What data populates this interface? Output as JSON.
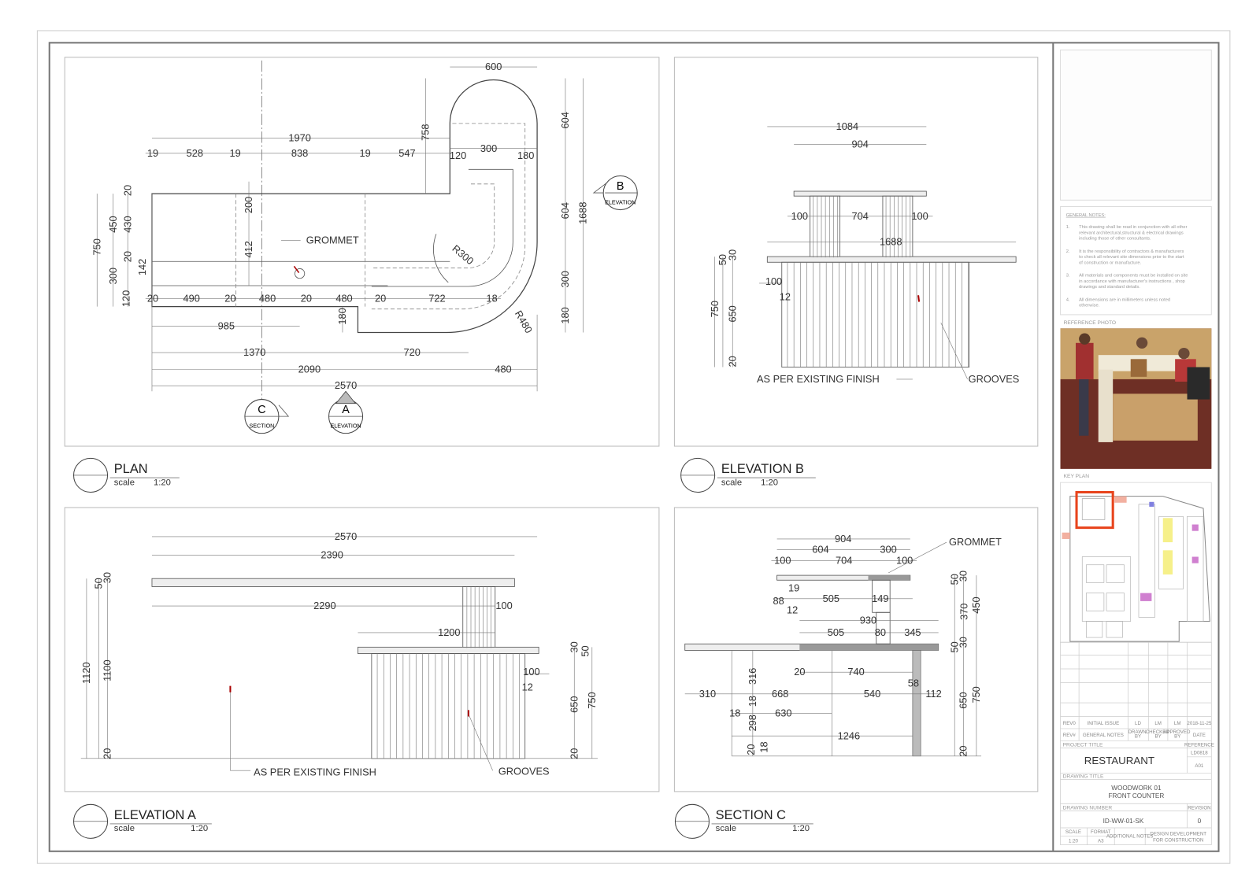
{
  "plan": {
    "title": "PLAN",
    "scale_label": "scale",
    "scale": "1:20",
    "grommet": "GROMMET",
    "dimensions": [
      "600",
      "1970",
      "19",
      "528",
      "19",
      "838",
      "19",
      "547",
      "758",
      "120",
      "300",
      "180",
      "604",
      "604",
      "1688",
      "300",
      "180",
      "20",
      "450",
      "430",
      "750",
      "200",
      "412",
      "20",
      "142",
      "300",
      "120",
      "20",
      "490",
      "20",
      "480",
      "20",
      "480",
      "20",
      "722",
      "18",
      "180",
      "985",
      "1370",
      "720",
      "2090",
      "480",
      "2570",
      "R300",
      "R480"
    ]
  },
  "markers": {
    "b": {
      "letter": "B",
      "label": "ELEVATION"
    },
    "c": {
      "letter": "C",
      "label": "SECTION"
    },
    "a": {
      "letter": "A",
      "label": "ELEVATION"
    }
  },
  "elevation_b": {
    "title": "ELEVATION B",
    "scale_label": "scale",
    "scale": "1:20",
    "finish": "AS PER EXISTING FINISH",
    "grooves": "GROOVES",
    "dimensions": [
      "1084",
      "904",
      "100",
      "704",
      "100",
      "1688",
      "50",
      "30",
      "100",
      "12",
      "750",
      "650",
      "20"
    ]
  },
  "elevation_a": {
    "title": "ELEVATION A",
    "scale_label": "scale",
    "scale": "1:20",
    "finish": "AS PER EXISTING FINISH",
    "grooves": "GROOVES",
    "dimensions": [
      "2570",
      "2390",
      "2290",
      "100",
      "1200",
      "50",
      "30",
      "1120",
      "1100",
      "20",
      "30",
      "50",
      "100",
      "12",
      "650",
      "750",
      "20"
    ]
  },
  "section_c": {
    "title": "SECTION C",
    "scale_label": "scale",
    "scale": "1:20",
    "grommet": "GROMMET",
    "dimensions": [
      "904",
      "604",
      "300",
      "100",
      "704",
      "100",
      "50",
      "30",
      "19",
      "88",
      "505",
      "149",
      "12",
      "370",
      "450",
      "930",
      "505",
      "80",
      "345",
      "30",
      "50",
      "20",
      "740",
      "316",
      "310",
      "668",
      "540",
      "58",
      "112",
      "650",
      "750",
      "18",
      "18",
      "630",
      "298",
      "1246",
      "20",
      "18",
      "20"
    ]
  },
  "sidebar": {
    "general_notes_title": "GENERAL NOTES:",
    "notes": [
      {
        "num": "1.",
        "lines": [
          "This drawing shall be read in conjunction with all other",
          "relevant architectural,structural & electrical drawings",
          "including those of other consultants."
        ]
      },
      {
        "num": "2.",
        "lines": [
          "It is the responsibility of contractors & manufacturers",
          "to check all relevant site dimensions prior to the start",
          "of construction or manufacture."
        ]
      },
      {
        "num": "3.",
        "lines": [
          "All materials and components must be installed on site",
          "in accordance with manufacturer's instructions , shop",
          "drawings and standard details."
        ]
      },
      {
        "num": "4.",
        "lines": [
          "All dimensions are in millimeters unless noted",
          "otherwise."
        ]
      }
    ],
    "reference_photo_label": "REFERENCE PHOTO",
    "key_plan_label": "KEY PLAN",
    "revision_row": [
      "REV0",
      "INITIAL ISSUE",
      "LD",
      "LM",
      "LM",
      "2018-11-25"
    ],
    "revision_header": [
      "REV#",
      "GENERAL NOTES",
      "DRAWN BY",
      "CHECKED BY",
      "APPROVED BY",
      "DATE"
    ],
    "project_title_label": "PROJECT TITLE",
    "project_title": "RESTAURANT",
    "reference_label": "REFERENCE",
    "reference_values": [
      "LD0818",
      "A01"
    ],
    "drawing_title_label": "DRAWING TITLE",
    "drawing_title": [
      "WOODWORK 01",
      "FRONT COUNTER"
    ],
    "drawing_number_label": "DRAWING NUMBER",
    "drawing_number": "ID-WW-01-SK",
    "revision_label": "REVISION",
    "revision": "0",
    "scale_label": "SCALE",
    "scale": "1:20",
    "format_label": "FORMAT",
    "format": "A3",
    "additional_notes_label": "ADDITIONAL NOTES",
    "status": [
      "DESIGN DEVELOPMENT",
      "FOR CONSTRUCTION"
    ],
    "highlight_color": "#e8441c"
  }
}
